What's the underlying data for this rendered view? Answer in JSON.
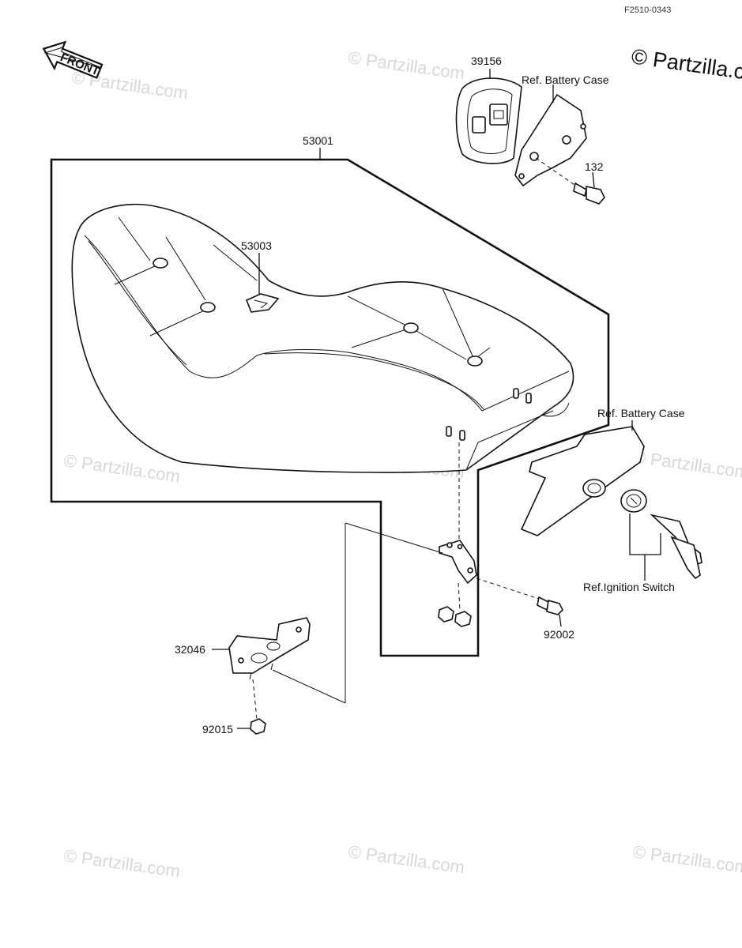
{
  "figure_code": "F2510-0343",
  "front_arrow": "FRONT",
  "watermark": "© Partzilla.com",
  "watermark_big": "© Partzilla.co",
  "parts": {
    "p39156": "39156",
    "p132": "132",
    "p53001": "53001",
    "p53003": "53003",
    "p92002": "92002",
    "p32046": "32046",
    "p92015": "92015"
  },
  "refs": {
    "battery_case_top": "Ref. Battery Case",
    "battery_case_right": "Ref. Battery Case",
    "ignition_switch": "Ref.Ignition Switch"
  }
}
